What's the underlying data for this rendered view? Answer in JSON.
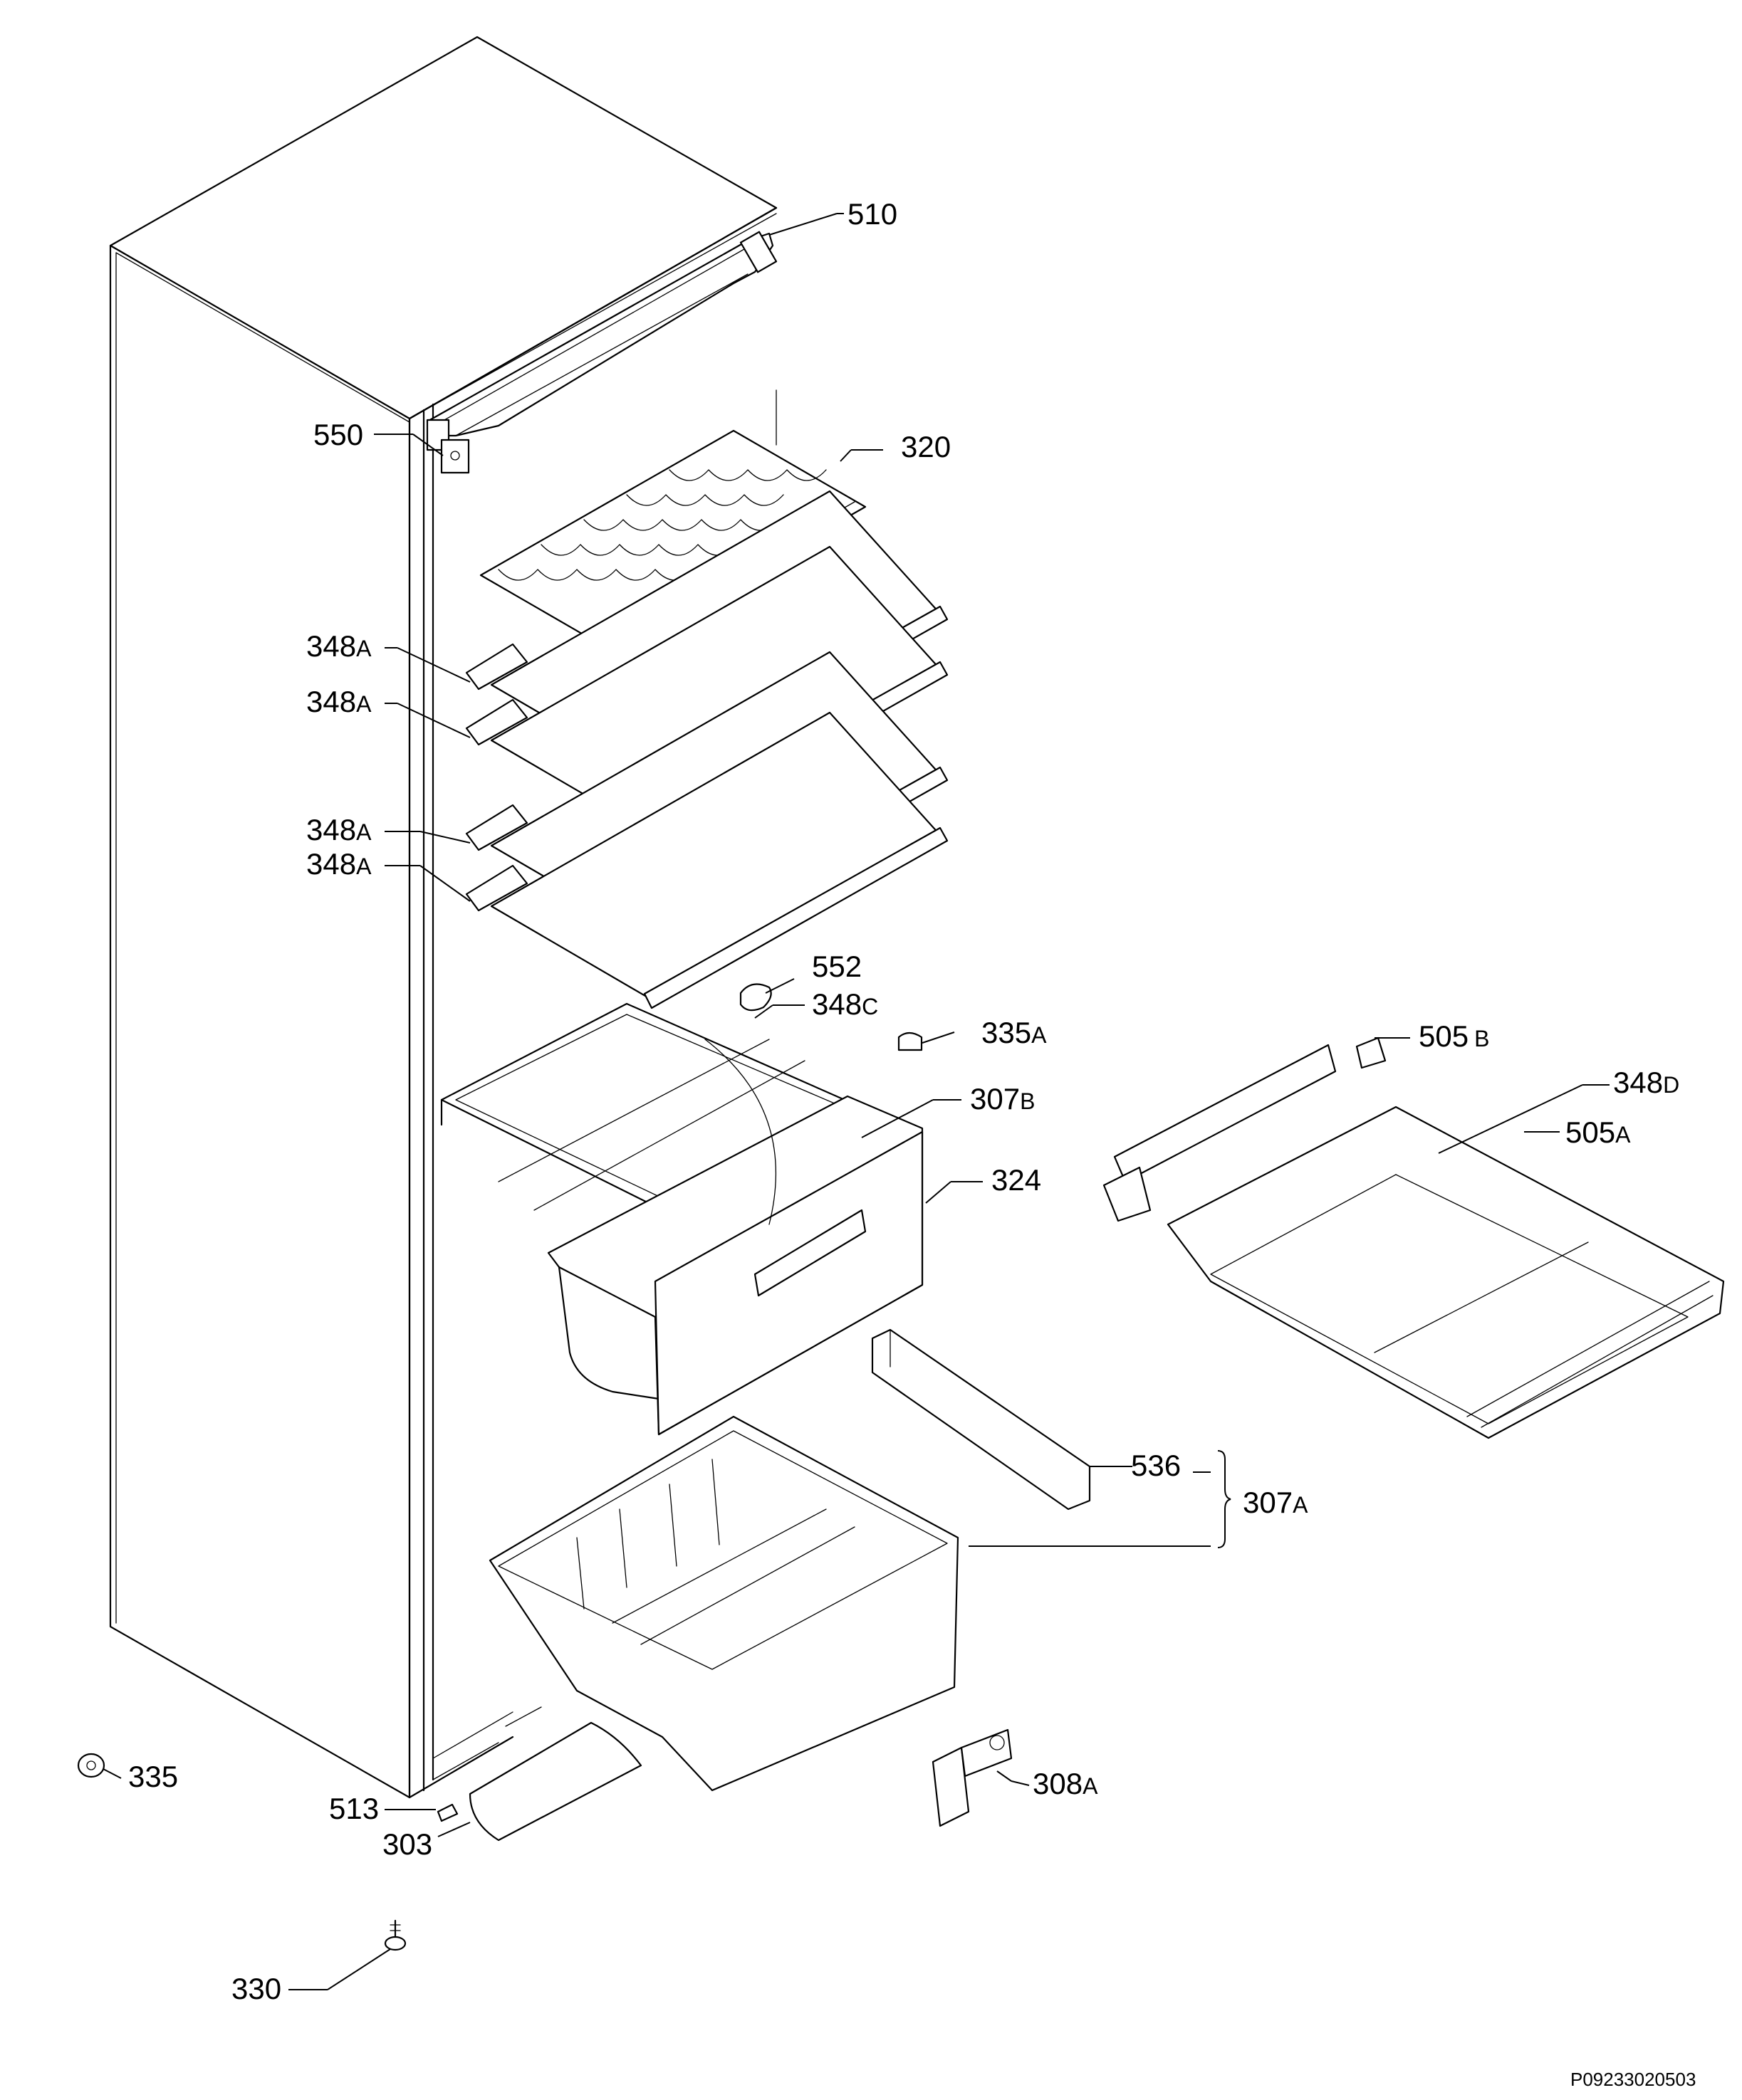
{
  "diagram": {
    "document_number": "P09233020503",
    "labels": [
      {
        "id": "510",
        "num": "510",
        "suffix": ""
      },
      {
        "id": "550",
        "num": "550",
        "suffix": ""
      },
      {
        "id": "320",
        "num": "320",
        "suffix": ""
      },
      {
        "id": "348a-1",
        "num": "348",
        "suffix": "A"
      },
      {
        "id": "348a-2",
        "num": "348",
        "suffix": "A"
      },
      {
        "id": "348a-3",
        "num": "348",
        "suffix": "A"
      },
      {
        "id": "348a-4",
        "num": "348",
        "suffix": "A"
      },
      {
        "id": "552",
        "num": "552",
        "suffix": ""
      },
      {
        "id": "348c",
        "num": "348",
        "suffix": "C"
      },
      {
        "id": "335a",
        "num": "335",
        "suffix": "A"
      },
      {
        "id": "505b",
        "num": "505",
        "suffix": "B"
      },
      {
        "id": "348d",
        "num": "348",
        "suffix": "D"
      },
      {
        "id": "505a",
        "num": "505",
        "suffix": "A"
      },
      {
        "id": "307b",
        "num": "307",
        "suffix": "B"
      },
      {
        "id": "324",
        "num": "324",
        "suffix": ""
      },
      {
        "id": "536",
        "num": "536",
        "suffix": ""
      },
      {
        "id": "307a",
        "num": "307",
        "suffix": "A"
      },
      {
        "id": "335",
        "num": "335",
        "suffix": ""
      },
      {
        "id": "513",
        "num": "513",
        "suffix": ""
      },
      {
        "id": "303",
        "num": "303",
        "suffix": ""
      },
      {
        "id": "308a",
        "num": "308",
        "suffix": "A"
      },
      {
        "id": "330",
        "num": "330",
        "suffix": ""
      }
    ]
  }
}
